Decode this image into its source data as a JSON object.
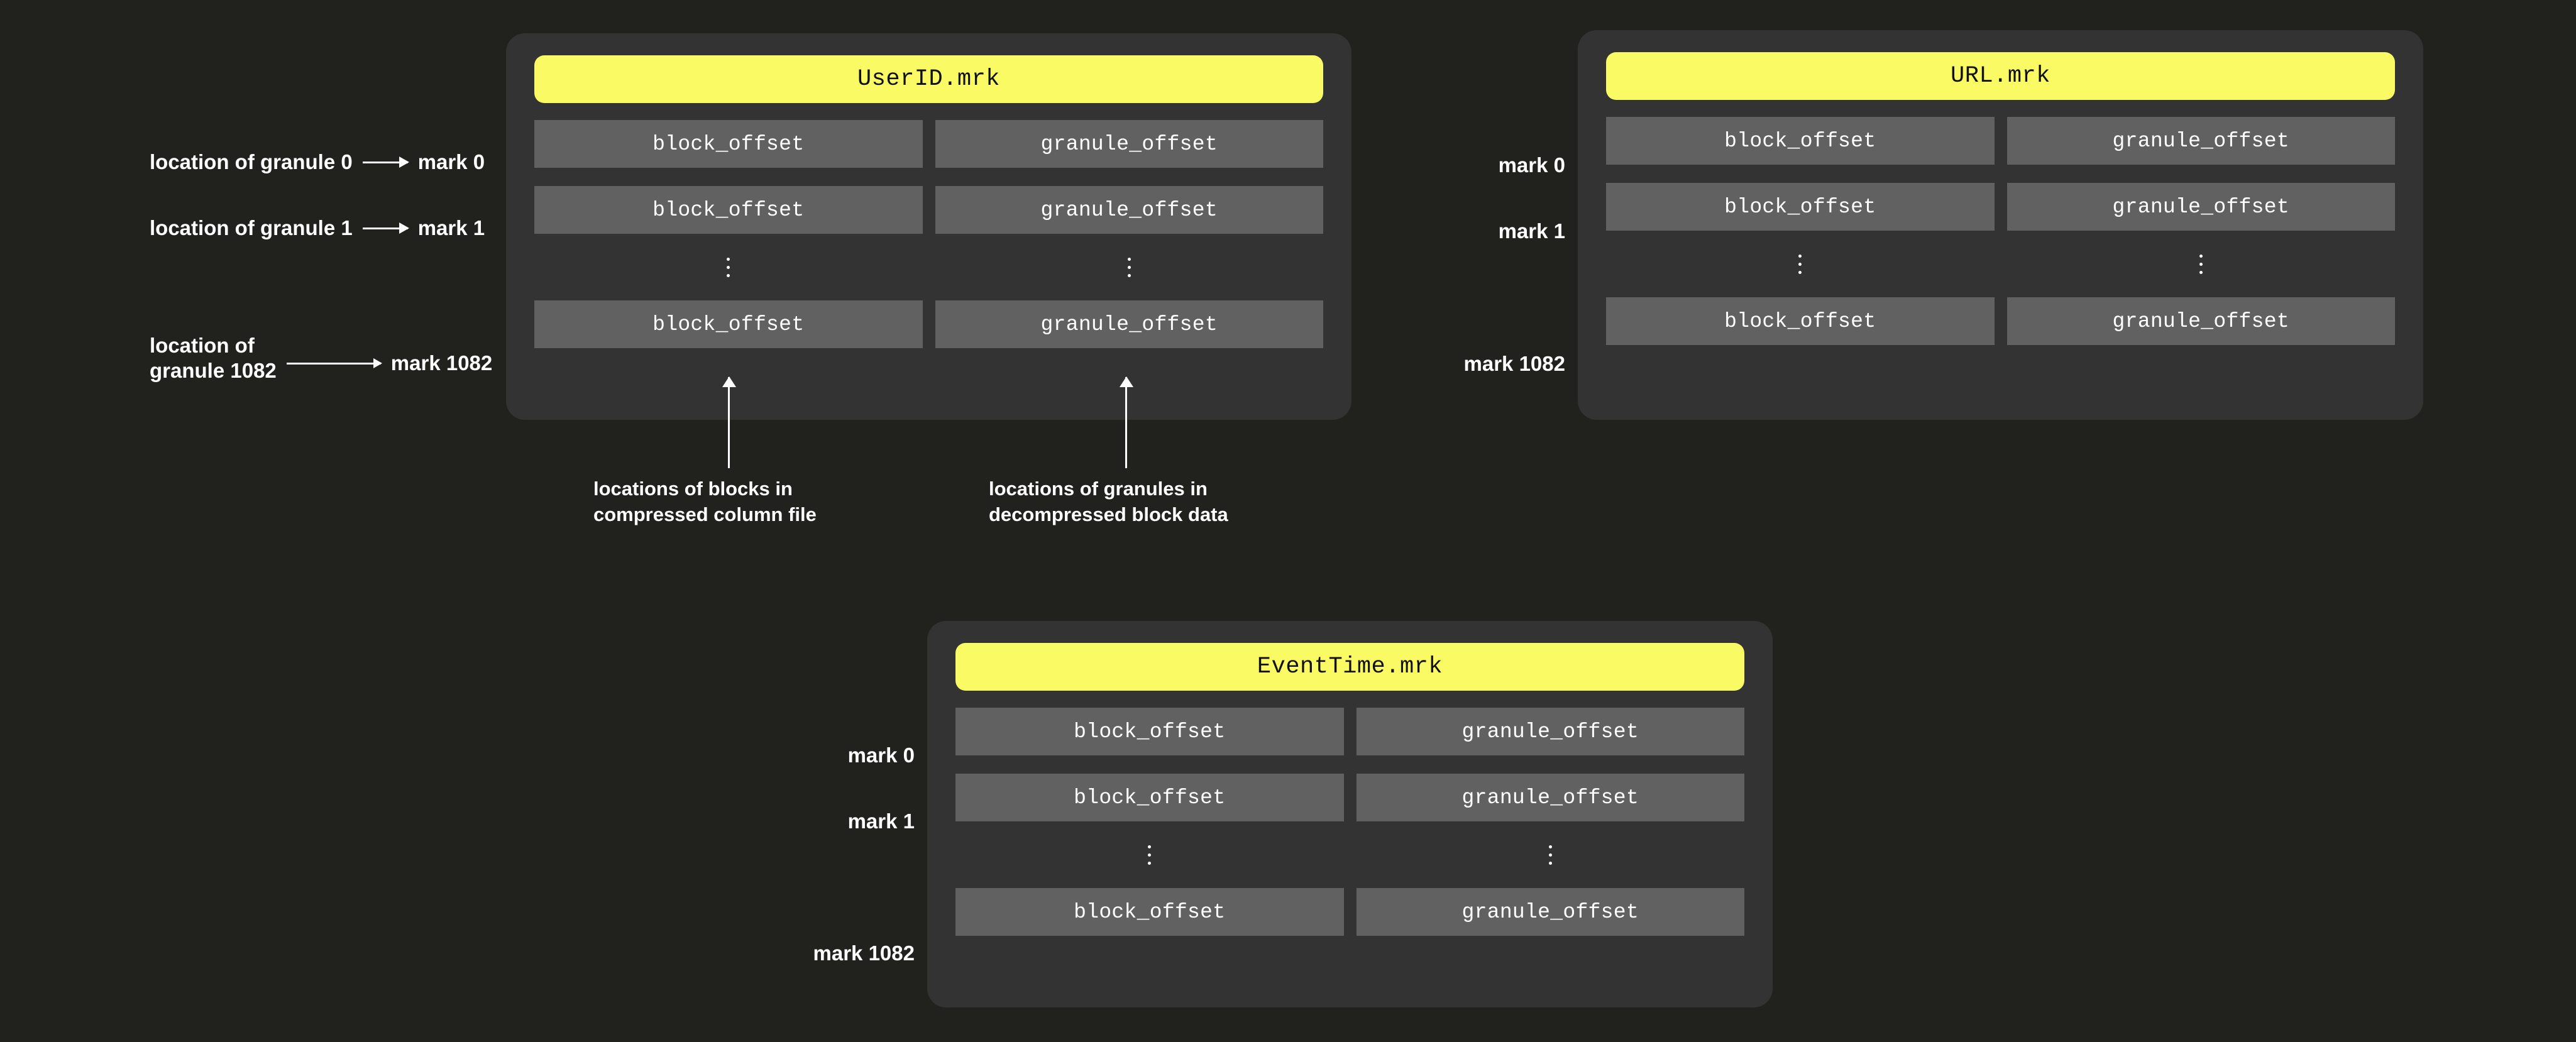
{
  "theme": {
    "page_background": "#21211e",
    "card_background": "#333333",
    "title_background": "#fafa64",
    "title_text": "#111111",
    "cell_background": "#616161",
    "text": "#ffffff"
  },
  "columns": {
    "block_offset": "block_offset",
    "granule_offset": "granule_offset"
  },
  "marks": {
    "mark0": "mark 0",
    "mark1": "mark 1",
    "mark1082": "mark 1082"
  },
  "cards": [
    {
      "id": "userid-mrk",
      "title": "UserID.mrk",
      "rows": [
        {
          "mark": "mark 0",
          "block_offset": "block_offset",
          "granule_offset": "granule_offset"
        },
        {
          "mark": "mark 1",
          "block_offset": "block_offset",
          "granule_offset": "granule_offset"
        },
        {
          "mark": "mark 1082",
          "block_offset": "block_offset",
          "granule_offset": "granule_offset"
        }
      ]
    },
    {
      "id": "url-mrk",
      "title": "URL.mrk",
      "rows": [
        {
          "mark": "mark 0",
          "block_offset": "block_offset",
          "granule_offset": "granule_offset"
        },
        {
          "mark": "mark 1",
          "block_offset": "block_offset",
          "granule_offset": "granule_offset"
        },
        {
          "mark": "mark 1082",
          "block_offset": "block_offset",
          "granule_offset": "granule_offset"
        }
      ]
    },
    {
      "id": "eventtime-mrk",
      "title": "EventTime.mrk",
      "rows": [
        {
          "mark": "mark 0",
          "block_offset": "block_offset",
          "granule_offset": "granule_offset"
        },
        {
          "mark": "mark 1",
          "block_offset": "block_offset",
          "granule_offset": "granule_offset"
        },
        {
          "mark": "mark 1082",
          "block_offset": "block_offset",
          "granule_offset": "granule_offset"
        }
      ]
    }
  ],
  "granule_notes": [
    {
      "text": "location of granule 0",
      "target": "mark 0"
    },
    {
      "text": "location of granule 1",
      "target": "mark 1"
    },
    {
      "text": "location of\ngranule 1082",
      "target": "mark 1082"
    }
  ],
  "callouts": [
    {
      "text": "locations of blocks in\ncompressed column file"
    },
    {
      "text": "locations of granules in\ndecompressed block data"
    }
  ]
}
